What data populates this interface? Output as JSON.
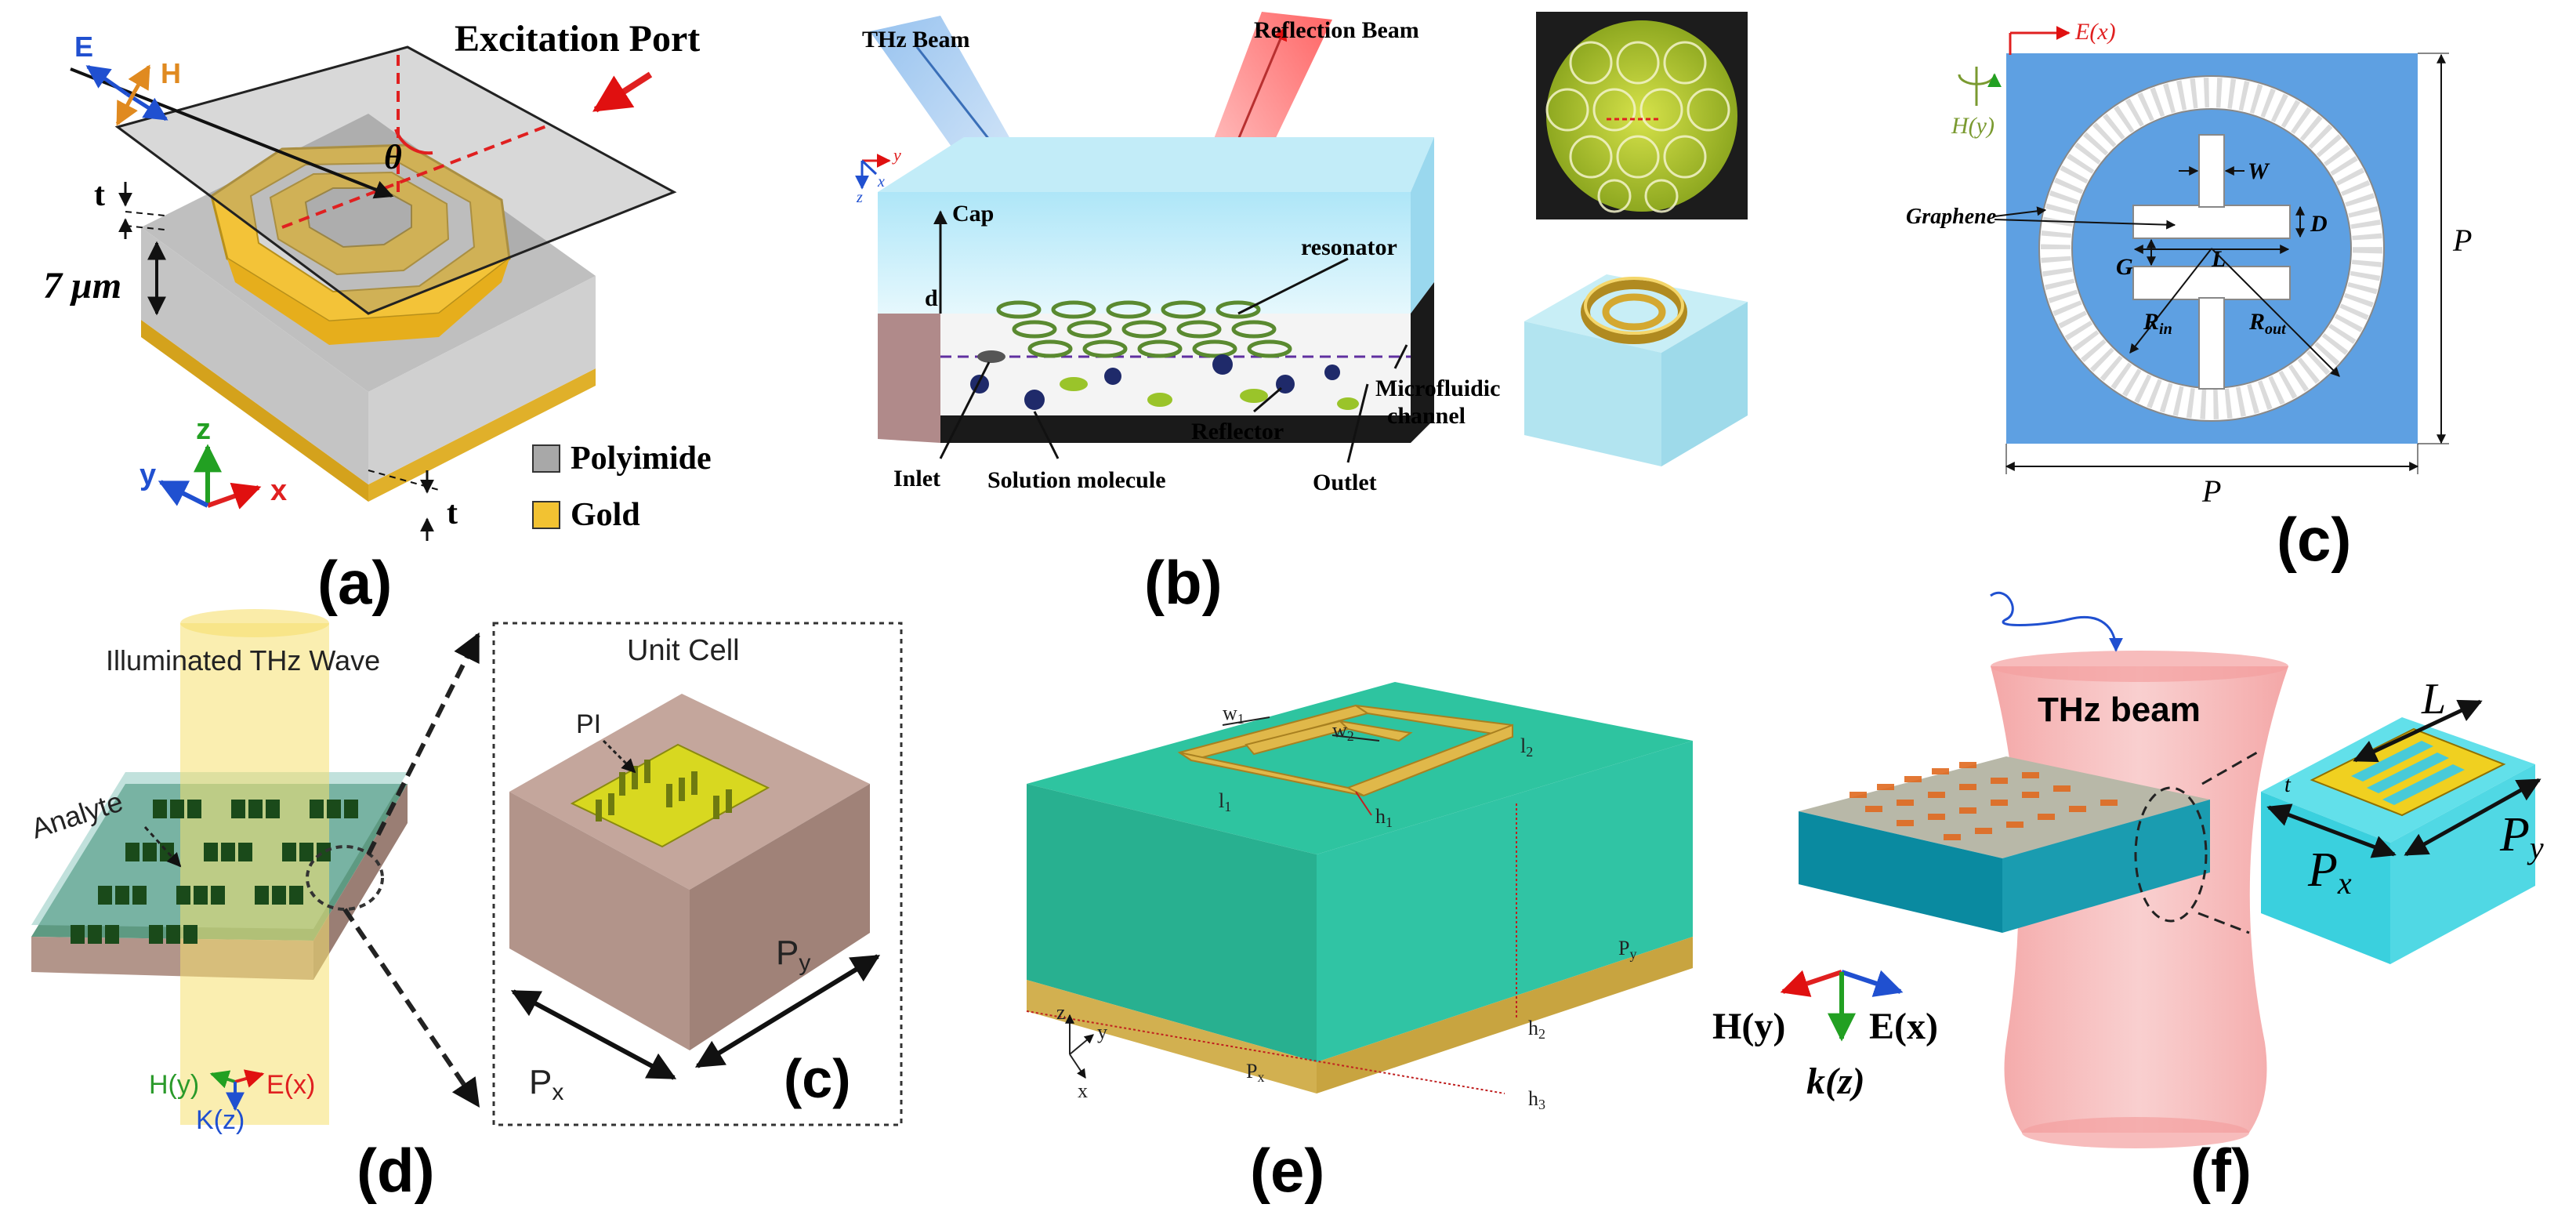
{
  "panels": {
    "a": {
      "label": "(a)",
      "title": "Excitation Port",
      "theta": "θ",
      "thickness_t": "t",
      "thickness_t_bottom": "t",
      "height": "7 μm",
      "field_e": "E",
      "field_h": "H",
      "axis_x": "x",
      "axis_y": "y",
      "axis_z": "z",
      "legend": [
        {
          "name": "Polyimide",
          "color": "#a8a8a8"
        },
        {
          "name": "Gold",
          "color": "#f2c232"
        }
      ]
    },
    "b": {
      "label": "(b)",
      "thz_beam": "THz Beam",
      "reflection_beam": "Reflection Beam",
      "cap": "Cap",
      "d": "d",
      "resonator": "resonator",
      "microfluidic": "Microfluidic",
      "channel": "channel",
      "reflector": "Reflector",
      "outlet": "Outlet",
      "inlet": "Inlet",
      "solution": "Solution molecule",
      "axis_y": "y",
      "axis_x": "x",
      "axis_z": "z"
    },
    "c_top": {
      "label": "(c)",
      "e_field": "E(x)",
      "h_field": "H(y)",
      "graphene": "Graphene",
      "w": "W",
      "l": "L",
      "d": "D",
      "g": "G",
      "r_in": "R",
      "r_in_sub": "in",
      "r_out": "R",
      "r_out_sub": "out",
      "p_right": "P",
      "p_bottom": "P"
    },
    "d": {
      "label": "(d)",
      "wave": "Illuminated THz Wave",
      "analyte": "Analyte",
      "unit_cell": "Unit Cell",
      "pi": "PI",
      "px": "P",
      "px_sub": "x",
      "py": "P",
      "py_sub": "y",
      "sub_label": "(c)",
      "h_field": "H(y)",
      "e_field": "E(x)",
      "k_field": "K(z)"
    },
    "e": {
      "label": "(e)",
      "w1": "w",
      "w1_sub": "1",
      "w2": "w",
      "w2_sub": "2",
      "l1": "l",
      "l1_sub": "1",
      "l2": "l",
      "l2_sub": "2",
      "h1": "h",
      "h1_sub": "1",
      "h2": "h",
      "h2_sub": "2",
      "h3": "h",
      "h3_sub": "3",
      "px": "P",
      "px_sub": "x",
      "py": "P",
      "py_sub": "y",
      "axis_z": "z",
      "axis_y": "y",
      "axis_x": "x"
    },
    "f": {
      "label": "(f)",
      "thz_beam": "THz beam",
      "l": "L",
      "t": "t",
      "px": "P",
      "px_sub": "x",
      "py": "P",
      "py_sub": "y",
      "h_field": "H(y)",
      "e_field": "E(x)",
      "k_field": "k(z)"
    }
  }
}
